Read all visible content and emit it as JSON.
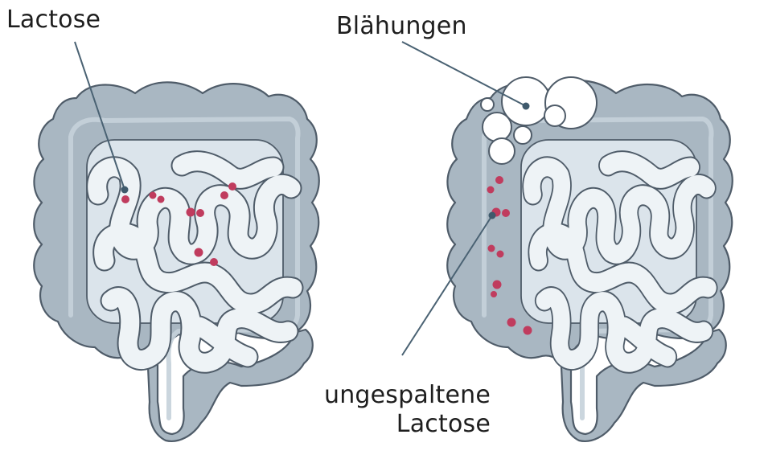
{
  "labels": {
    "lactose": "Lactose",
    "flatulence": "Blähungen",
    "undigested_line1": "ungespaltene",
    "undigested_line2": "Lactose"
  },
  "colors": {
    "colon_fill": "#a9b7c2",
    "small_intestine_fill": "#eef3f6",
    "outline": "#4f5c69",
    "lactose_dot": "#c03c5e",
    "gas_bubble": "#ffffff",
    "leader_line": "#4a6273"
  }
}
